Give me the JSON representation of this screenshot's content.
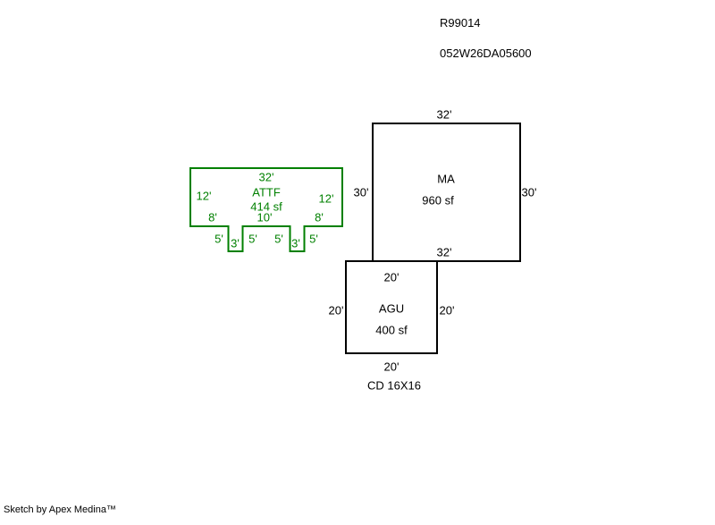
{
  "header": {
    "parcel_id": "R99014",
    "account_number": "052W26DA05600"
  },
  "colors": {
    "attf_green": "#008000",
    "outline_black": "#000000",
    "background": "#ffffff"
  },
  "ma": {
    "label": "MA",
    "area": "960 sf",
    "dim_top": "32'",
    "dim_left": "30'",
    "dim_right": "30'",
    "dim_bottom": "32'"
  },
  "agu": {
    "label": "AGU",
    "area": "400 sf",
    "dim_top": "20'",
    "dim_left": "20'",
    "dim_right": "20'",
    "dim_bottom": "20'",
    "note": "CD  16X16"
  },
  "attf": {
    "label": "ATTF",
    "area": "414 sf",
    "dim_top": "32'",
    "dim_left": "12'",
    "dim_right": "12'",
    "dim_bottom_left": "8'",
    "dim_bottom_mid": "10'",
    "dim_bottom_right": "8'",
    "tab_dims": [
      "5'",
      "3'",
      "5'",
      "5'",
      "3'",
      "5'"
    ]
  },
  "footer": {
    "credit": "Sketch by Apex Medina™"
  }
}
